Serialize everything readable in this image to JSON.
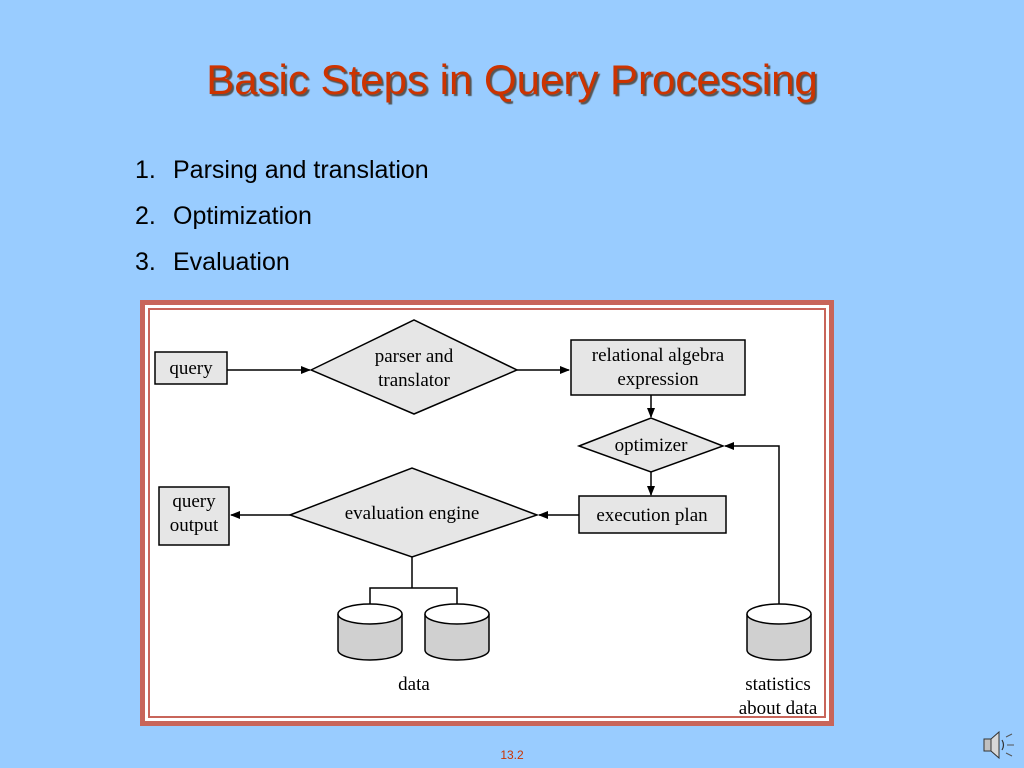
{
  "title": "Basic Steps in Query Processing",
  "steps": [
    {
      "number": "1.",
      "label": "Parsing and translation"
    },
    {
      "number": "2.",
      "label": "Optimization"
    },
    {
      "number": "3.",
      "label": "Evaluation"
    }
  ],
  "diagram": {
    "query": "query",
    "parser_line1": "parser and",
    "parser_line2": "translator",
    "ra_line1": "relational algebra",
    "ra_line2": "expression",
    "optimizer": "optimizer",
    "execution_plan": "execution plan",
    "evaluation_engine": "evaluation engine",
    "output_line1": "query",
    "output_line2": "output",
    "data": "data",
    "stats_line1": "statistics",
    "stats_line2": "about data"
  },
  "slide_number": "13.2",
  "colors": {
    "background": "#99ccff",
    "title": "#cc3300",
    "frame": "#c8655a",
    "shape_fill": "#e6e6e6"
  },
  "icons": {
    "speaker": "speaker-icon"
  }
}
